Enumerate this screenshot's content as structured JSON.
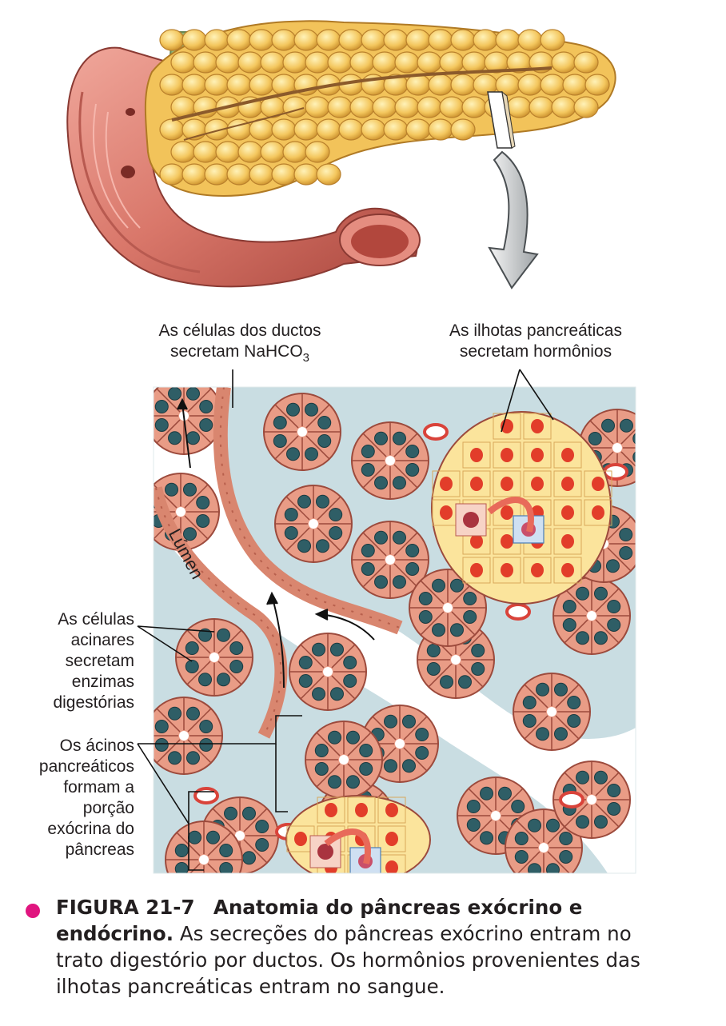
{
  "labels": {
    "ducts": {
      "line1": "As células dos ductos",
      "line2_prefix": "secretam NaHCO",
      "line2_sub": "3"
    },
    "islets": {
      "line1": "As ilhotas pancreáticas",
      "line2": "secretam hormônios"
    },
    "lumen": "Lúmen",
    "acinar": [
      "As células",
      "acinares",
      "secretam",
      "enzimas",
      "digestórias"
    ],
    "acini": [
      "Os ácinos",
      "pancreáticos",
      "formam a",
      "porção",
      "exócrina do",
      "pâncreas"
    ]
  },
  "caption": {
    "figure_number": "FIGURA 21-7",
    "title": "Anatomia do pâncreas exócrino e endócrino.",
    "text": "As secreções do pâncreas exócrino entram no trato digestório por ductos. Os hormônios provenientes das ilhotas pancreáticas entram no sangue."
  },
  "colors": {
    "accent_dot": "#e0157f",
    "pancreas": "#f2c35a",
    "duodenum": "#d77467",
    "acinar_cell": "#e89a84",
    "nucleus": "#2f5e66",
    "connective": "#c7dbe0",
    "islet_cell": "#fbe49c",
    "islet_nucleus": "#e23d2a"
  }
}
